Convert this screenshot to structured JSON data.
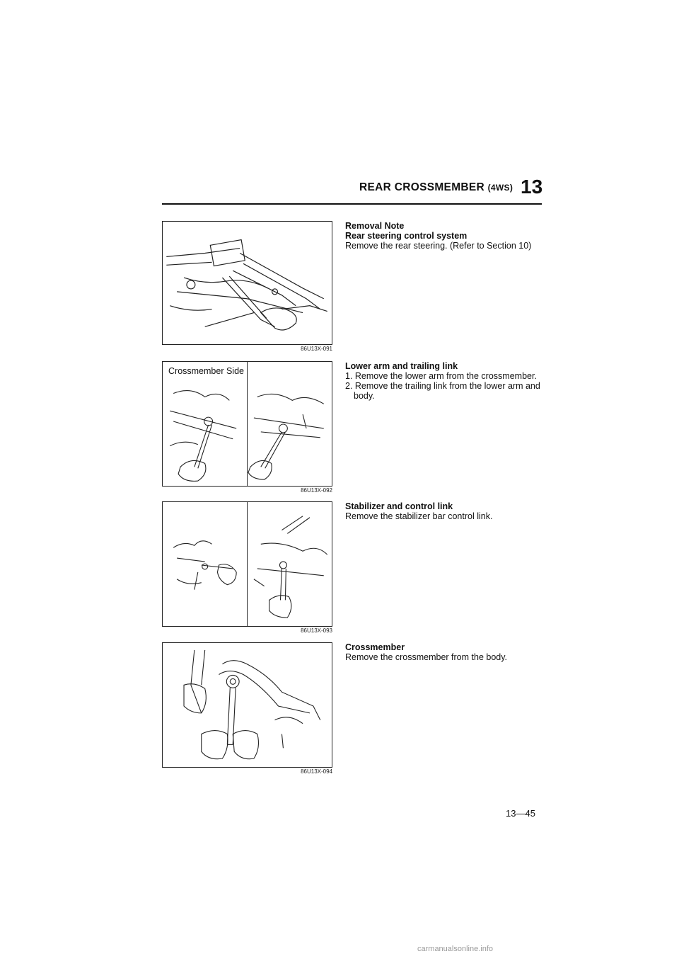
{
  "header": {
    "title_main": "REAR CROSSMEMBER ",
    "title_paren": "(4WS)",
    "chapter": "13"
  },
  "figures": [
    {
      "code": "86U13X-091"
    },
    {
      "code": "86U13X-092",
      "label": "Crossmember Side"
    },
    {
      "code": "86U13X-093"
    },
    {
      "code": "86U13X-094"
    }
  ],
  "sections": [
    {
      "heading": "Removal Note",
      "subheading": "Rear steering control system",
      "text": "Remove the rear steering. (Refer to Section 10)"
    },
    {
      "heading": "Lower arm and trailing link",
      "steps": [
        "1. Remove the lower arm from the crossmember.",
        "2. Remove the trailing link from the lower arm and body."
      ]
    },
    {
      "heading": "Stabilizer and control link",
      "text": "Remove the stabilizer bar control link."
    },
    {
      "heading": "Crossmember",
      "text": "Remove the crossmember from the body."
    }
  ],
  "page_number": "13—45",
  "footer": "carmanualsonline.info"
}
